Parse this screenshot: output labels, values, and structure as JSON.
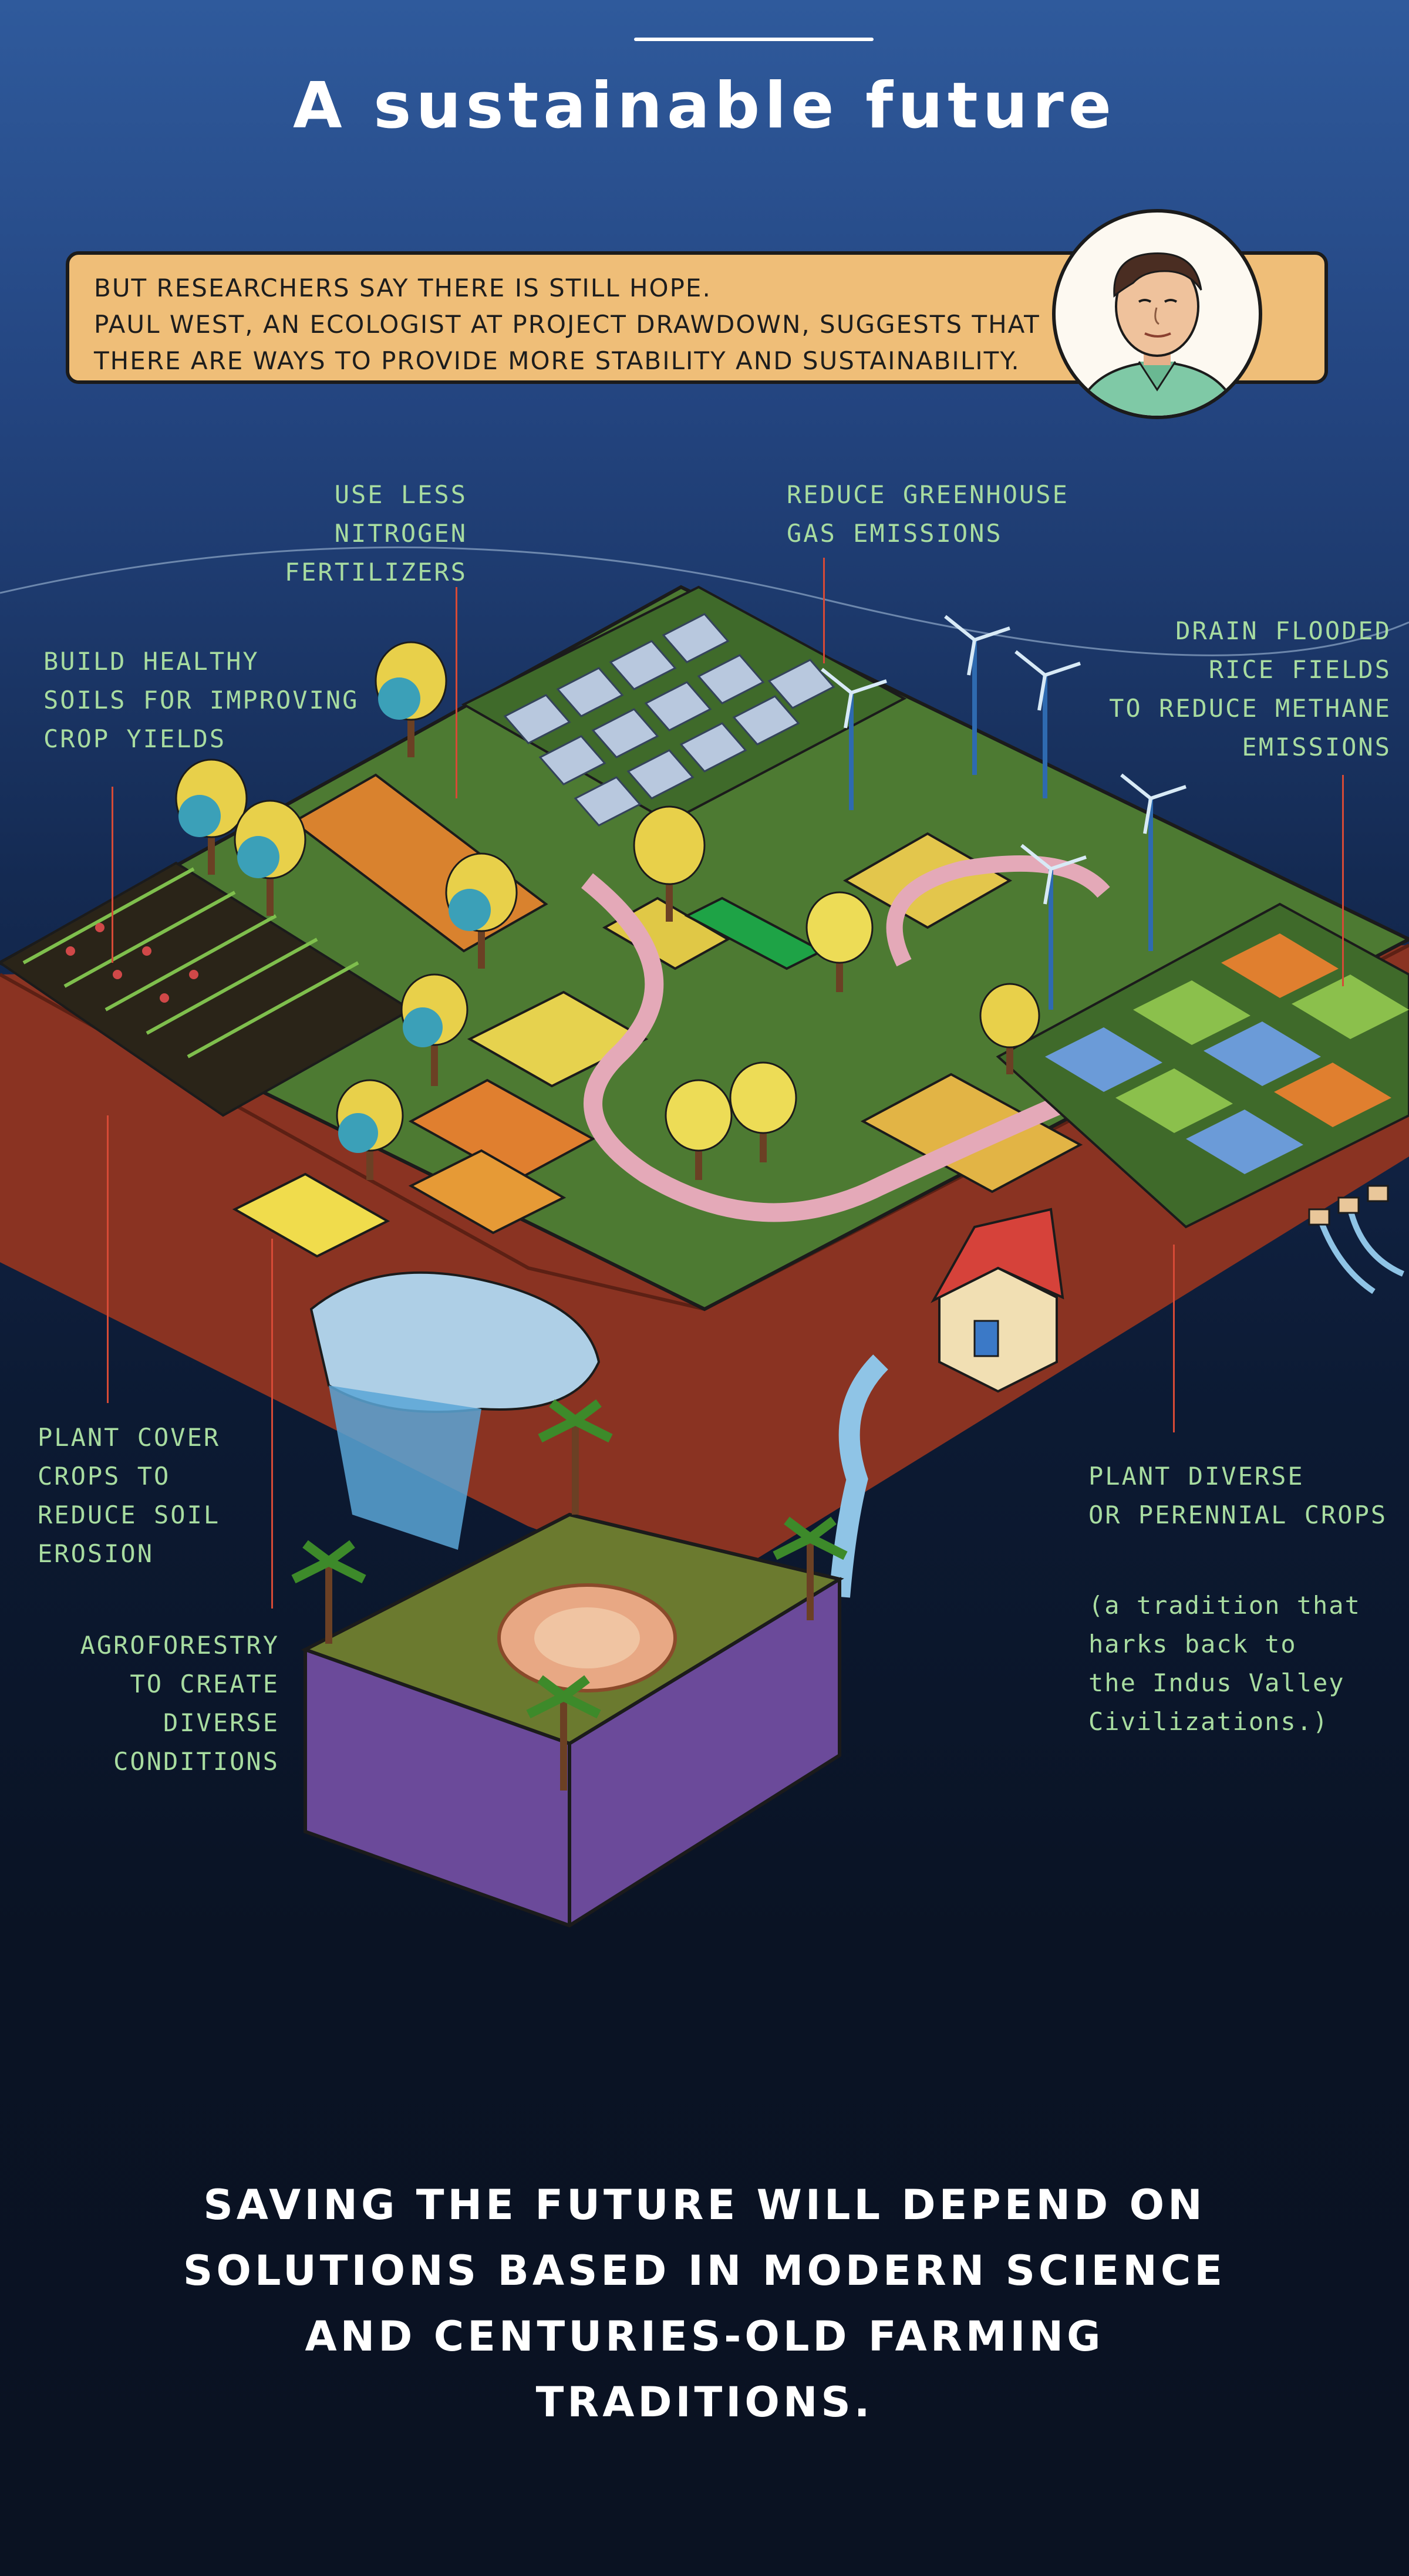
{
  "header": {
    "title": "A sustainable future"
  },
  "intro": {
    "lines": [
      "BUT RESEARCHERS SAY THERE IS STILL HOPE.",
      "PAUL WEST, AN ECOLOGIST AT PROJECT DRAWDOWN, SUGGESTS THAT",
      "THERE ARE WAYS TO PROVIDE MORE STABILITY AND SUSTAINABILITY."
    ]
  },
  "annotations": {
    "nitrogen": [
      "USE LESS",
      "NITROGEN",
      "FERTILIZERS"
    ],
    "greenhouse": [
      "REDUCE GREENHOUSE",
      "GAS EMISSIONS"
    ],
    "soils": [
      "BUILD HEALTHY",
      "SOILS FOR IMPROVING",
      "CROP YIELDS"
    ],
    "rice": [
      "DRAIN FLOODED",
      "RICE FIELDS",
      "TO REDUCE METHANE",
      "EMISSIONS"
    ],
    "cover_crops": [
      "PLANT COVER",
      "CROPS TO",
      "REDUCE SOIL",
      "EROSION"
    ],
    "agroforestry": [
      "AGROFORESTRY",
      "TO CREATE",
      "DIVERSE",
      "CONDITIONS"
    ],
    "perennial": [
      "PLANT DIVERSE",
      "OR PERENNIAL CROPS"
    ],
    "indus_note": [
      "(a tradition that",
      "harks back to",
      "the Indus Valley",
      "Civilizations.)"
    ]
  },
  "closing": {
    "lines": [
      "SAVING THE FUTURE WILL DEPEND ON",
      "SOLUTIONS BASED IN MODERN SCIENCE",
      "AND CENTURIES-OLD FARMING",
      "TRADITIONS."
    ]
  },
  "colors": {
    "label_green": "#a8dca0",
    "leader_red": "#d64a36",
    "quote_bg": "#efbe78",
    "field_green": "#4d7a32",
    "soil_red": "#8a3322"
  }
}
